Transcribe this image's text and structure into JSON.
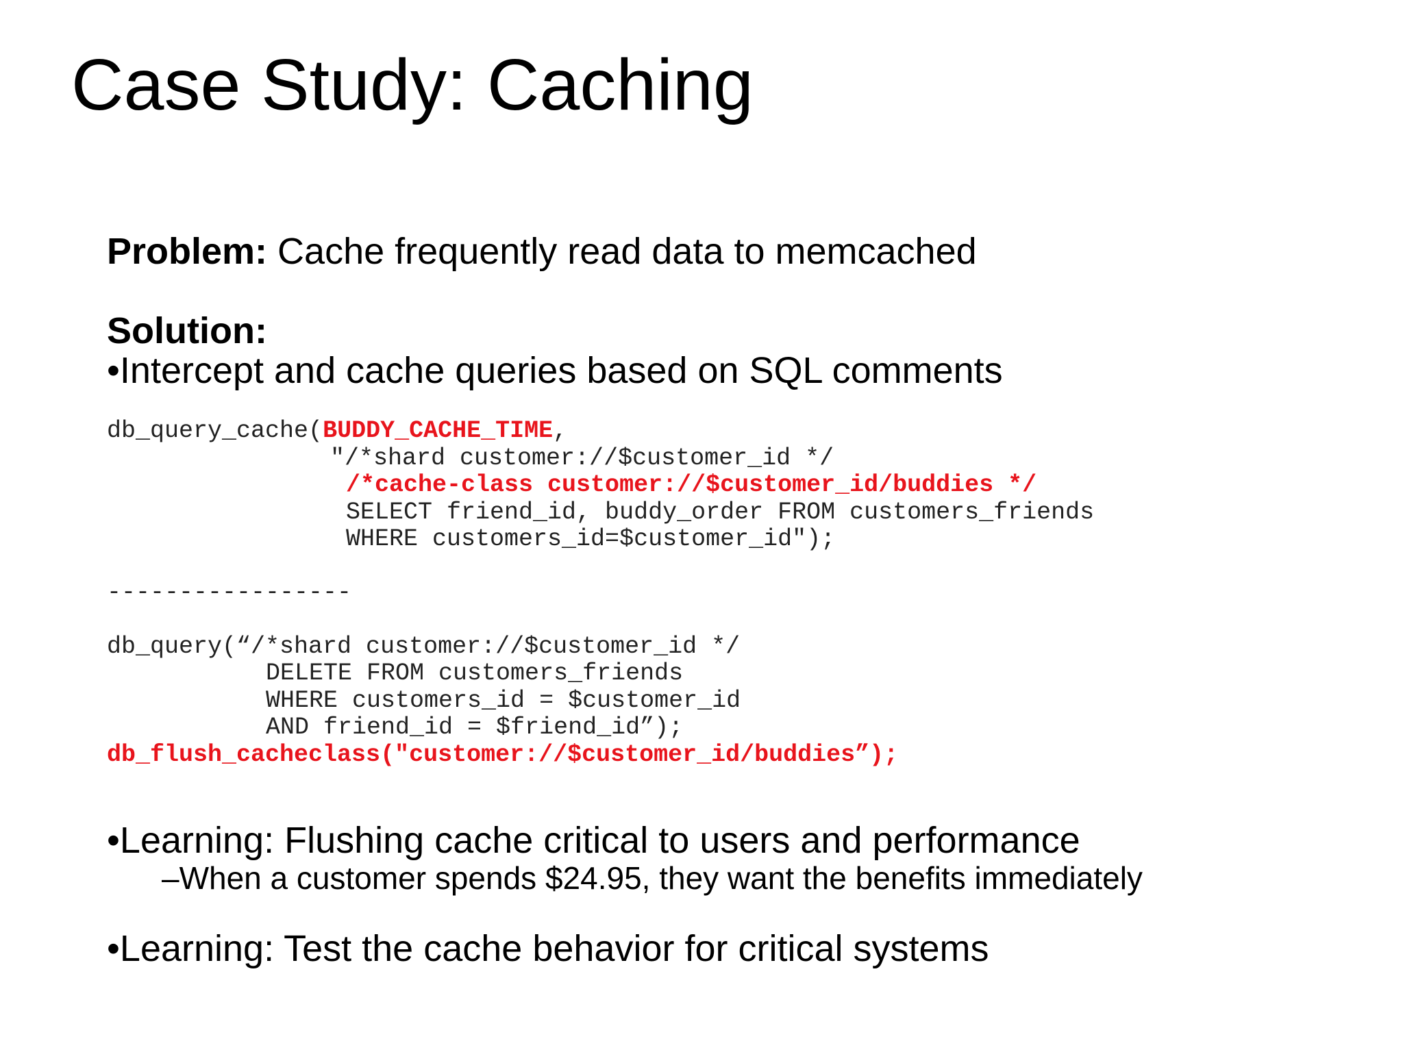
{
  "slide": {
    "title": "Case Study: Caching",
    "problem": {
      "label": "Problem:",
      "text": " Cache frequently read data to memcached"
    },
    "solution": {
      "label": "Solution:",
      "bullet": "•Intercept and cache queries based on SQL comments"
    },
    "code_block_1": {
      "line1_prefix": "db_query_cache(",
      "line1_red": "BUDDY_CACHE_TIME",
      "line1_suffix": ",",
      "line2": "\"/*shard customer://$customer_id */",
      "line3_red": "/*cache-class customer://$customer_id/buddies */",
      "line4": "SELECT friend_id, buddy_order FROM customers_friends",
      "line5": "WHERE customers_id=$customer_id\");"
    },
    "separator": "-----------------",
    "code_block_2": {
      "line1": "db_query(“/*shard customer://$customer_id */",
      "line2": "DELETE FROM customers_friends",
      "line3": "WHERE customers_id = $customer_id",
      "line4": "AND friend_id = $friend_id”);",
      "line5_red": "db_flush_cacheclass(\"customer://$customer_id/buddies”);"
    },
    "learning_1": "•Learning: Flushing cache critical to users and performance",
    "learning_1_sub": "–When a customer spends $24.95, they want the benefits immediately",
    "learning_2": "•Learning: Test the cache behavior for critical systems",
    "colors": {
      "highlight": "#e8141c",
      "code_text": "#222222"
    }
  }
}
